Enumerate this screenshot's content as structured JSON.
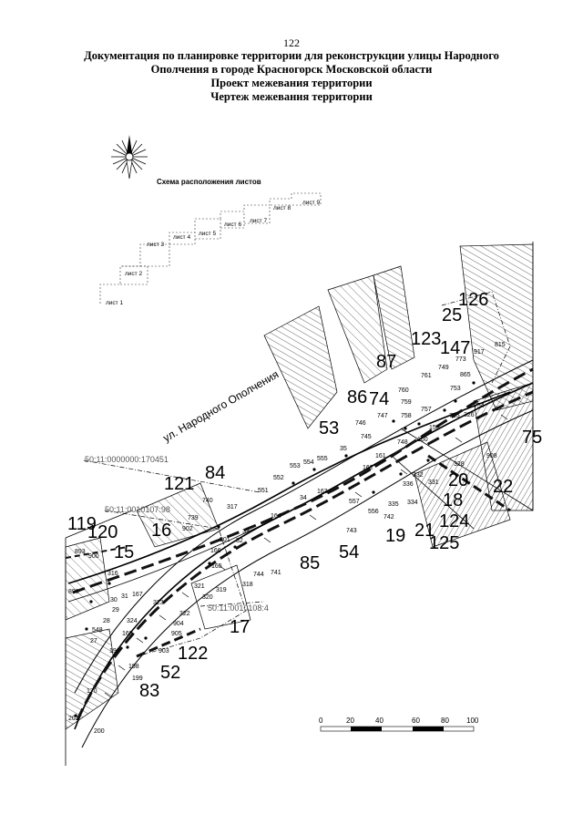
{
  "header": {
    "page_number": "122",
    "title_lines": [
      "Документация по планировке территории для реконструкции улицы Народного",
      "Ополчения в городе Красногорск Московской области",
      "Проект межевания территории",
      "Чертеж межевания территории"
    ]
  },
  "compass": {
    "icon": "north-arrow-icon"
  },
  "sheet_scheme": {
    "title": "Схема расположения листов",
    "sheets": [
      "лист 1",
      "лист 2",
      "лист 3",
      "лист 4",
      "лист 5",
      "лист 6",
      "лист 7",
      "лист 8",
      "лист 9"
    ]
  },
  "map": {
    "street_name": "ул. Народного Ополчения",
    "cadastral_labels": [
      "50:11:0000000:170451",
      "50:11:0010107:98",
      "50:11:0010108:4"
    ],
    "parcels_large": [
      "126",
      "25",
      "123",
      "147",
      "87",
      "86",
      "74",
      "53",
      "121",
      "84",
      "119",
      "120",
      "16",
      "15",
      "85",
      "54",
      "19",
      "21",
      "20",
      "18",
      "124",
      "125",
      "22",
      "17",
      "122",
      "52",
      "83",
      "75"
    ],
    "points_small": [
      "815",
      "917",
      "773",
      "749",
      "865",
      "761",
      "760",
      "759",
      "753",
      "757",
      "754",
      "758",
      "326",
      "755",
      "746",
      "747",
      "159",
      "745",
      "748",
      "160",
      "35",
      "161",
      "908",
      "162",
      "328",
      "553",
      "554",
      "555",
      "552",
      "163",
      "34",
      "336",
      "331",
      "332",
      "551",
      "164",
      "557",
      "335",
      "334",
      "556",
      "742",
      "743",
      "740",
      "317",
      "739",
      "902",
      "33",
      "901",
      "32",
      "166",
      "165",
      "744",
      "741",
      "318",
      "893",
      "900",
      "316",
      "896",
      "321",
      "319",
      "320",
      "30",
      "31",
      "167",
      "323",
      "29",
      "28",
      "322",
      "548",
      "324",
      "27",
      "904",
      "169",
      "905",
      "903",
      "196",
      "198",
      "199",
      "170",
      "201",
      "200"
    ]
  },
  "scale_bar": {
    "labels": [
      "0",
      "20",
      "40",
      "60",
      "80",
      "100"
    ]
  }
}
